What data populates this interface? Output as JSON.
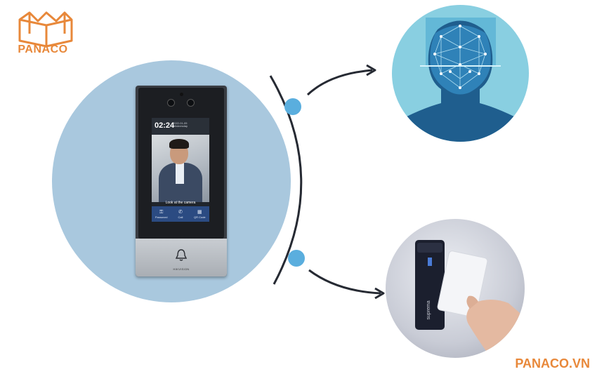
{
  "brand": {
    "logo_text": "PANACO",
    "website": "PANACO.VN",
    "accent_color": "#e8883a"
  },
  "device": {
    "clock": "02:24",
    "date": "2022-01-05 Wednesday",
    "prompt": "Look at the camera",
    "softkeys": [
      {
        "icon": "key-icon",
        "label": "Password"
      },
      {
        "icon": "phone-icon",
        "label": "Call"
      },
      {
        "icon": "qr-code-icon",
        "label": "QR Code"
      }
    ],
    "manufacturer": "HIKVISION"
  },
  "colors": {
    "blob": "#a9c8de",
    "connector": "#262a33",
    "node": "#5aaede",
    "face_bg": "#89cfe1"
  },
  "card_reader": {
    "label": "suprema"
  }
}
